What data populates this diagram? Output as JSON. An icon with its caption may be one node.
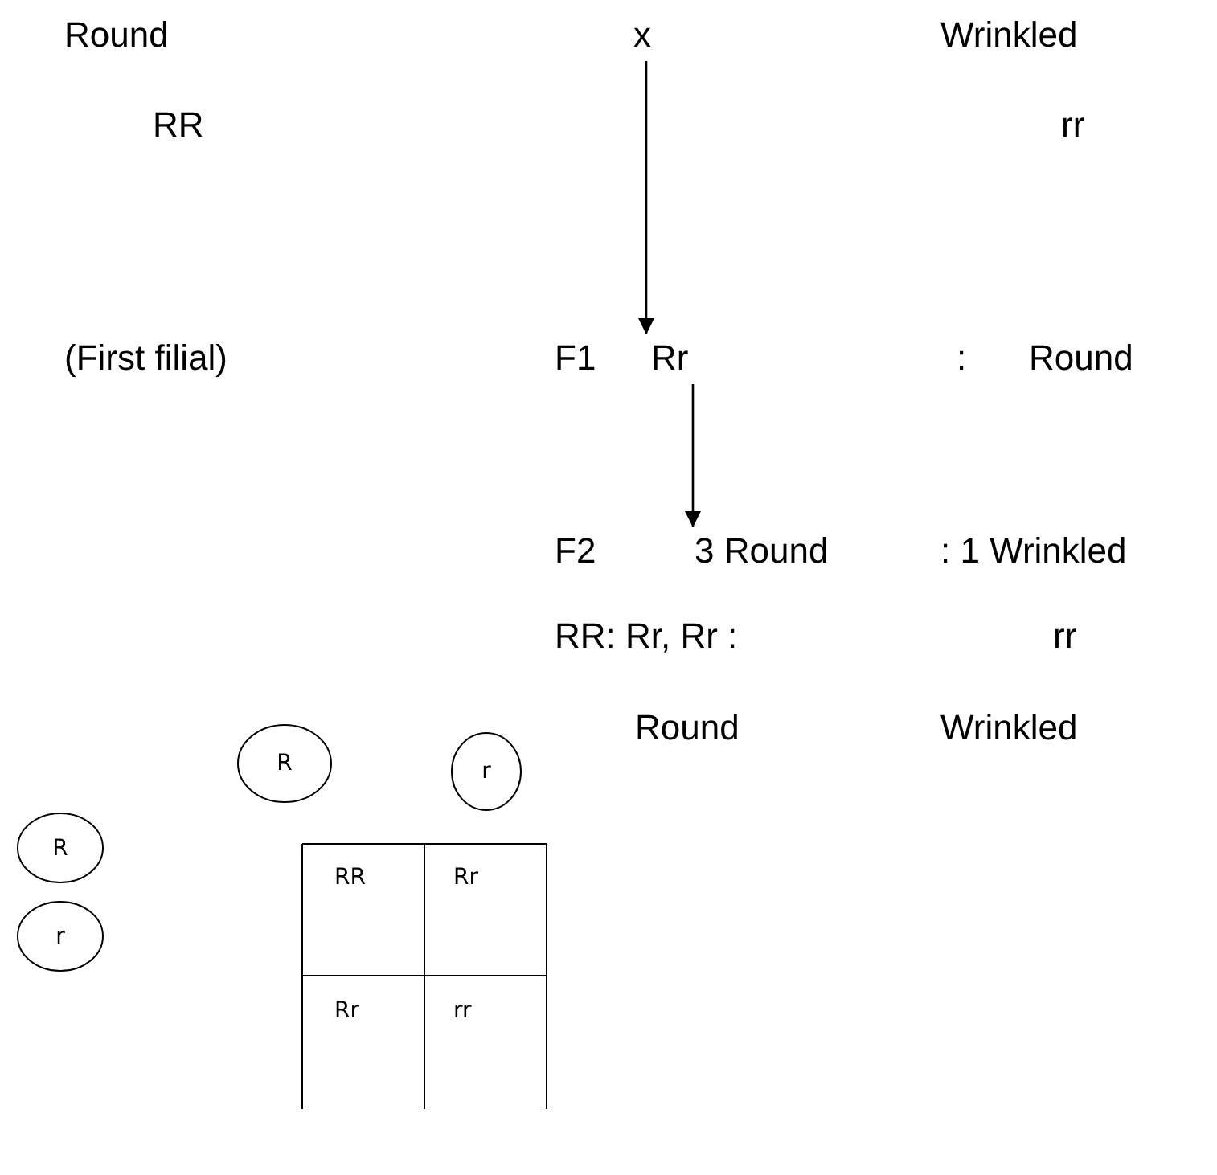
{
  "diagram": {
    "nodes": [
      {
        "text": [
          "x"
        ]
      },
      {
        "text": [
          "Rr"
        ]
      },
      {
        "text": [
          "3 Round"
        ]
      },
      {
        "text": [
          "R"
        ]
      },
      {
        "text": [
          "r"
        ]
      },
      {
        "text": [
          "R"
        ]
      },
      {
        "text": [
          "r"
        ]
      }
    ],
    "edges": [
      {
        "from": 0,
        "to": 1,
        "arrow": "to"
      },
      {
        "from": 1,
        "to": 2,
        "arrow": "to"
      }
    ],
    "labels": [
      "Round",
      "Wrinkled",
      "RR",
      "rr",
      "(First filial)",
      "F1",
      ":",
      "Round",
      "F2",
      ": 1 Wrinkled",
      "RR: Rr, Rr :",
      "rr",
      "Round",
      "Wrinkled",
      "RR",
      "Rr",
      "Rr",
      "rr"
    ]
  }
}
